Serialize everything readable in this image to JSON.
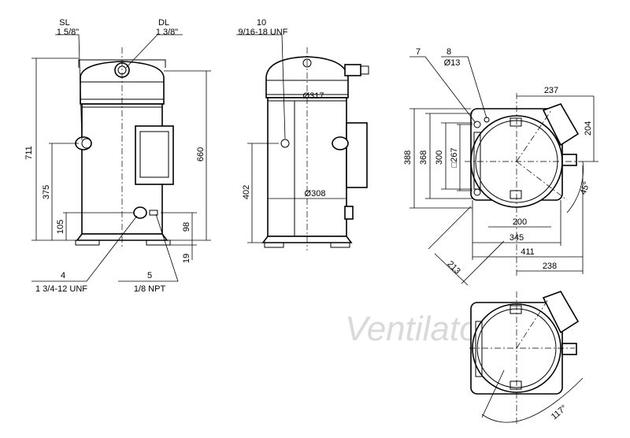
{
  "watermark": "Ventilatorry.ru",
  "labels": {
    "sl": "SL",
    "sl_size": "1 5/8\"",
    "dl": "DL",
    "dl_size": "1 3/8\"",
    "item10": "10",
    "item10_spec": "9/16-18 UNF",
    "item4": "4",
    "item4_spec": "1 3/4-12 UNF",
    "item5": "5",
    "item5_spec": "1/8 NPT",
    "item7": "7",
    "item8": "8",
    "item8_spec": "Ø13"
  },
  "dimensions": {
    "h711": "711",
    "h660": "660",
    "h375": "375",
    "h105": "105",
    "h98": "98",
    "h19": "19",
    "d317": "Ø317",
    "d308": "Ø308",
    "h402": "402",
    "w237": "237",
    "h388": "388",
    "h368": "368",
    "h300": "300",
    "sq267": "□267",
    "h204": "204",
    "w200": "200",
    "w345": "345",
    "w411": "411",
    "w238": "238",
    "d213": "213",
    "a45": "45°",
    "a117": "117°"
  }
}
